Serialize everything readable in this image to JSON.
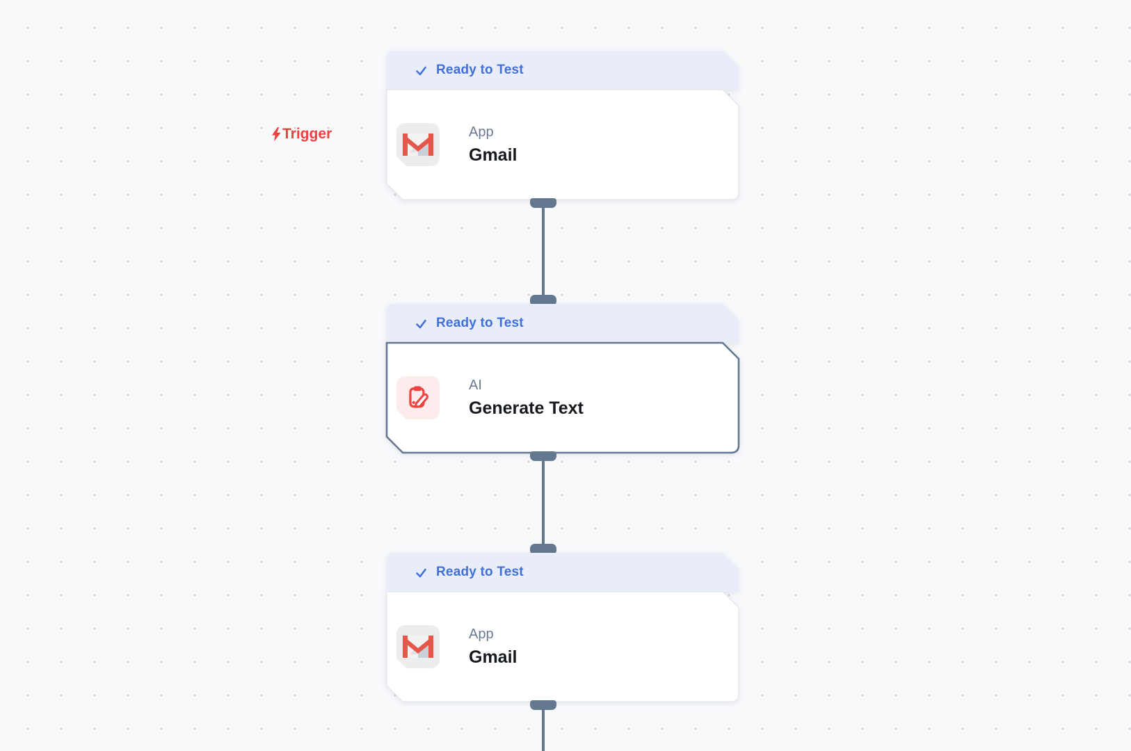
{
  "workflow": {
    "trigger_label": "Trigger",
    "nodes": [
      {
        "status": "Ready to Test",
        "category": "App",
        "title": "Gmail",
        "icon": "gmail-icon",
        "selected": false,
        "role": "trigger"
      },
      {
        "status": "Ready to Test",
        "category": "AI",
        "title": "Generate Text",
        "icon": "generate-text-icon",
        "selected": true,
        "role": "action"
      },
      {
        "status": "Ready to Test",
        "category": "App",
        "title": "Gmail",
        "icon": "gmail-icon",
        "selected": false,
        "role": "action"
      }
    ]
  },
  "colors": {
    "canvas_bg": "#F8F9FB",
    "grid_dot": "#C7CAD2",
    "badge_bg": "#E9EDFA",
    "status_blue": "#4070D8",
    "card_border": "#E3E6EC",
    "selected_border": "#64788F",
    "connector": "#64788F",
    "trigger_red": "#EF4040",
    "ai_icon_red": "#EE4340",
    "ai_icon_bg": "#FCECEB",
    "gmail_red": "#E3584B",
    "gmail_icon_bg": "#ECEDEF",
    "category_gray": "#6B7A90",
    "title_color": "#15181D"
  },
  "icons": {
    "status": "check-icon",
    "trigger": "bolt-icon",
    "node_0": "gmail-icon",
    "node_1": "generate-text-icon",
    "node_2": "gmail-icon"
  }
}
